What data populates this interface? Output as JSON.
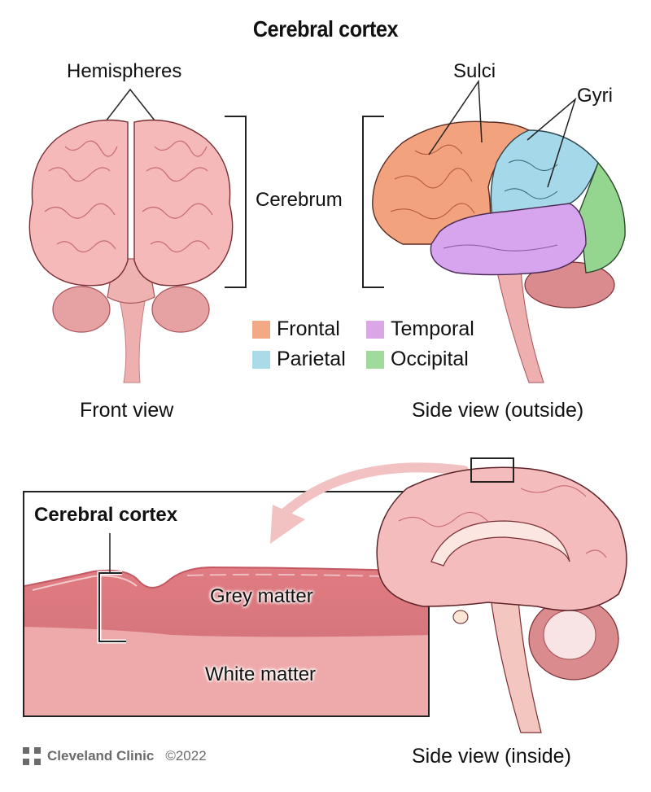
{
  "title": "Cerebral cortex",
  "front_view": {
    "caption": "Front view",
    "labels": {
      "hemispheres": "Hemispheres",
      "cerebrum": "Cerebrum"
    }
  },
  "side_view_outside": {
    "caption": "Side view (outside)",
    "labels": {
      "sulci": "Sulci",
      "gyri": "Gyri"
    }
  },
  "legend": {
    "items": [
      {
        "label": "Frontal",
        "color": "#f2aa86"
      },
      {
        "label": "Temporal",
        "color": "#d9a6e6"
      },
      {
        "label": "Parietal",
        "color": "#a9dce8"
      },
      {
        "label": "Occipital",
        "color": "#9fdc9c"
      }
    ]
  },
  "inset": {
    "title": "Cerebral cortex",
    "grey_matter": "Grey matter",
    "white_matter": "White matter"
  },
  "side_view_inside": {
    "caption": "Side view (inside)"
  },
  "footer": {
    "brand": "Cleveland Clinic",
    "copyright": "©2022"
  },
  "colors": {
    "brain_pink": "#f2b5b5",
    "brain_outline": "#7a2e33",
    "tissue_grey": "#d9747a",
    "tissue_white": "#eeaaaa",
    "arrow": "#f2c2c2"
  }
}
